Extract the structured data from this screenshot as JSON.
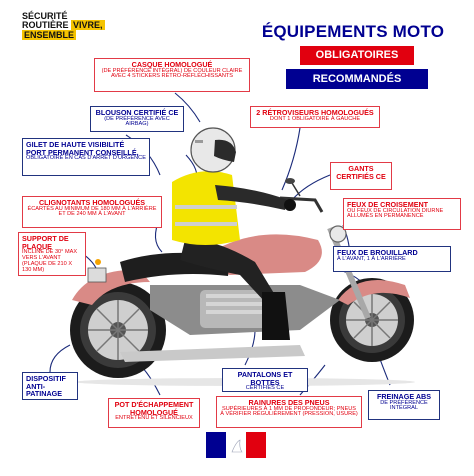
{
  "brand": {
    "line1": "SÉCURITÉ",
    "line2a": "ROUTIÈRE",
    "line2b": "VIVRE,",
    "line3": "ENSEMBLE"
  },
  "header": {
    "title": "ÉQUIPEMENTS MOTO",
    "obligatory": "OBLIGATOIRES",
    "recommended": "RECOMMANDÉS"
  },
  "colors": {
    "obligatory": "#e1000f",
    "recommended": "#000091",
    "brand_highlight": "#f4c300"
  },
  "labels": {
    "casque": {
      "title": "CASQUE HOMOLOGUÉ",
      "sub": "(DE PRÉFÉRENCE INTÉGRAL) DE COULEUR CLAIRE AVEC 4 STICKERS RÉTRO-RÉFLÉCHISSANTS"
    },
    "blouson": {
      "title": "BLOUSON CERTIFIÉ CE",
      "sub": "(DE PRÉFÉRENCE AVEC AIRBAG)"
    },
    "retro": {
      "title": "2 RÉTROVISEURS HOMOLOGUÉS",
      "sub": "DONT 1 OBLIGATOIRE À GAUCHE"
    },
    "gilet": {
      "title": "GILET DE HAUTE VISIBILITÉ PORT PERMANENT CONSEILLÉ,",
      "sub": "OBLIGATOIRE EN CAS D'ARRÊT D'URGENCE"
    },
    "gants": {
      "title": "GANTS CERTIFIÉS CE",
      "sub": ""
    },
    "clignotants": {
      "title": "CLIGNOTANTS HOMOLOGUÉS",
      "sub": "ÉCARTÉS AU MINIMUM DE 180 MM À L'ARRIÈRE ET DE 240 MM À L'AVANT"
    },
    "feux_croisement": {
      "title": "FEUX DE CROISEMENT",
      "sub": "OU FEUX DE CIRCULATION DIURNE ALLUMÉS EN PERMANENCE"
    },
    "plaque": {
      "title": "SUPPORT DE PLAQUE",
      "sub": "INCLINÉ DE 30° MAX VERS L'AVANT (PLAQUE DE 210 X 130 MM)"
    },
    "brouillard": {
      "title": "FEUX DE BROUILLARD",
      "sub": "À L'AVANT, 1 À L'ARRIÈRE"
    },
    "pantalons": {
      "title": "PANTALONS ET BOTTES",
      "sub": "CERTIFIÉS CE"
    },
    "antipatinage": {
      "title": "DISPOSITIF ANTI-PATINAGE",
      "sub": ""
    },
    "echappement": {
      "title": "POT D'ÉCHAPPEMENT HOMOLOGUÉ",
      "sub": "ENTRETENU ET SILENCIEUX"
    },
    "pneus": {
      "title": "RAINURES DES PNEUS",
      "sub": "SUPÉRIEURES À 1 MM DE PROFONDEUR; PNEUS À VÉRIFIER RÉGULIÈREMENT (PRESSION, USURE)"
    },
    "abs": {
      "title": "FREINAGE ABS",
      "sub": "DE PRÉFÉRENCE INTÉGRAL"
    }
  }
}
